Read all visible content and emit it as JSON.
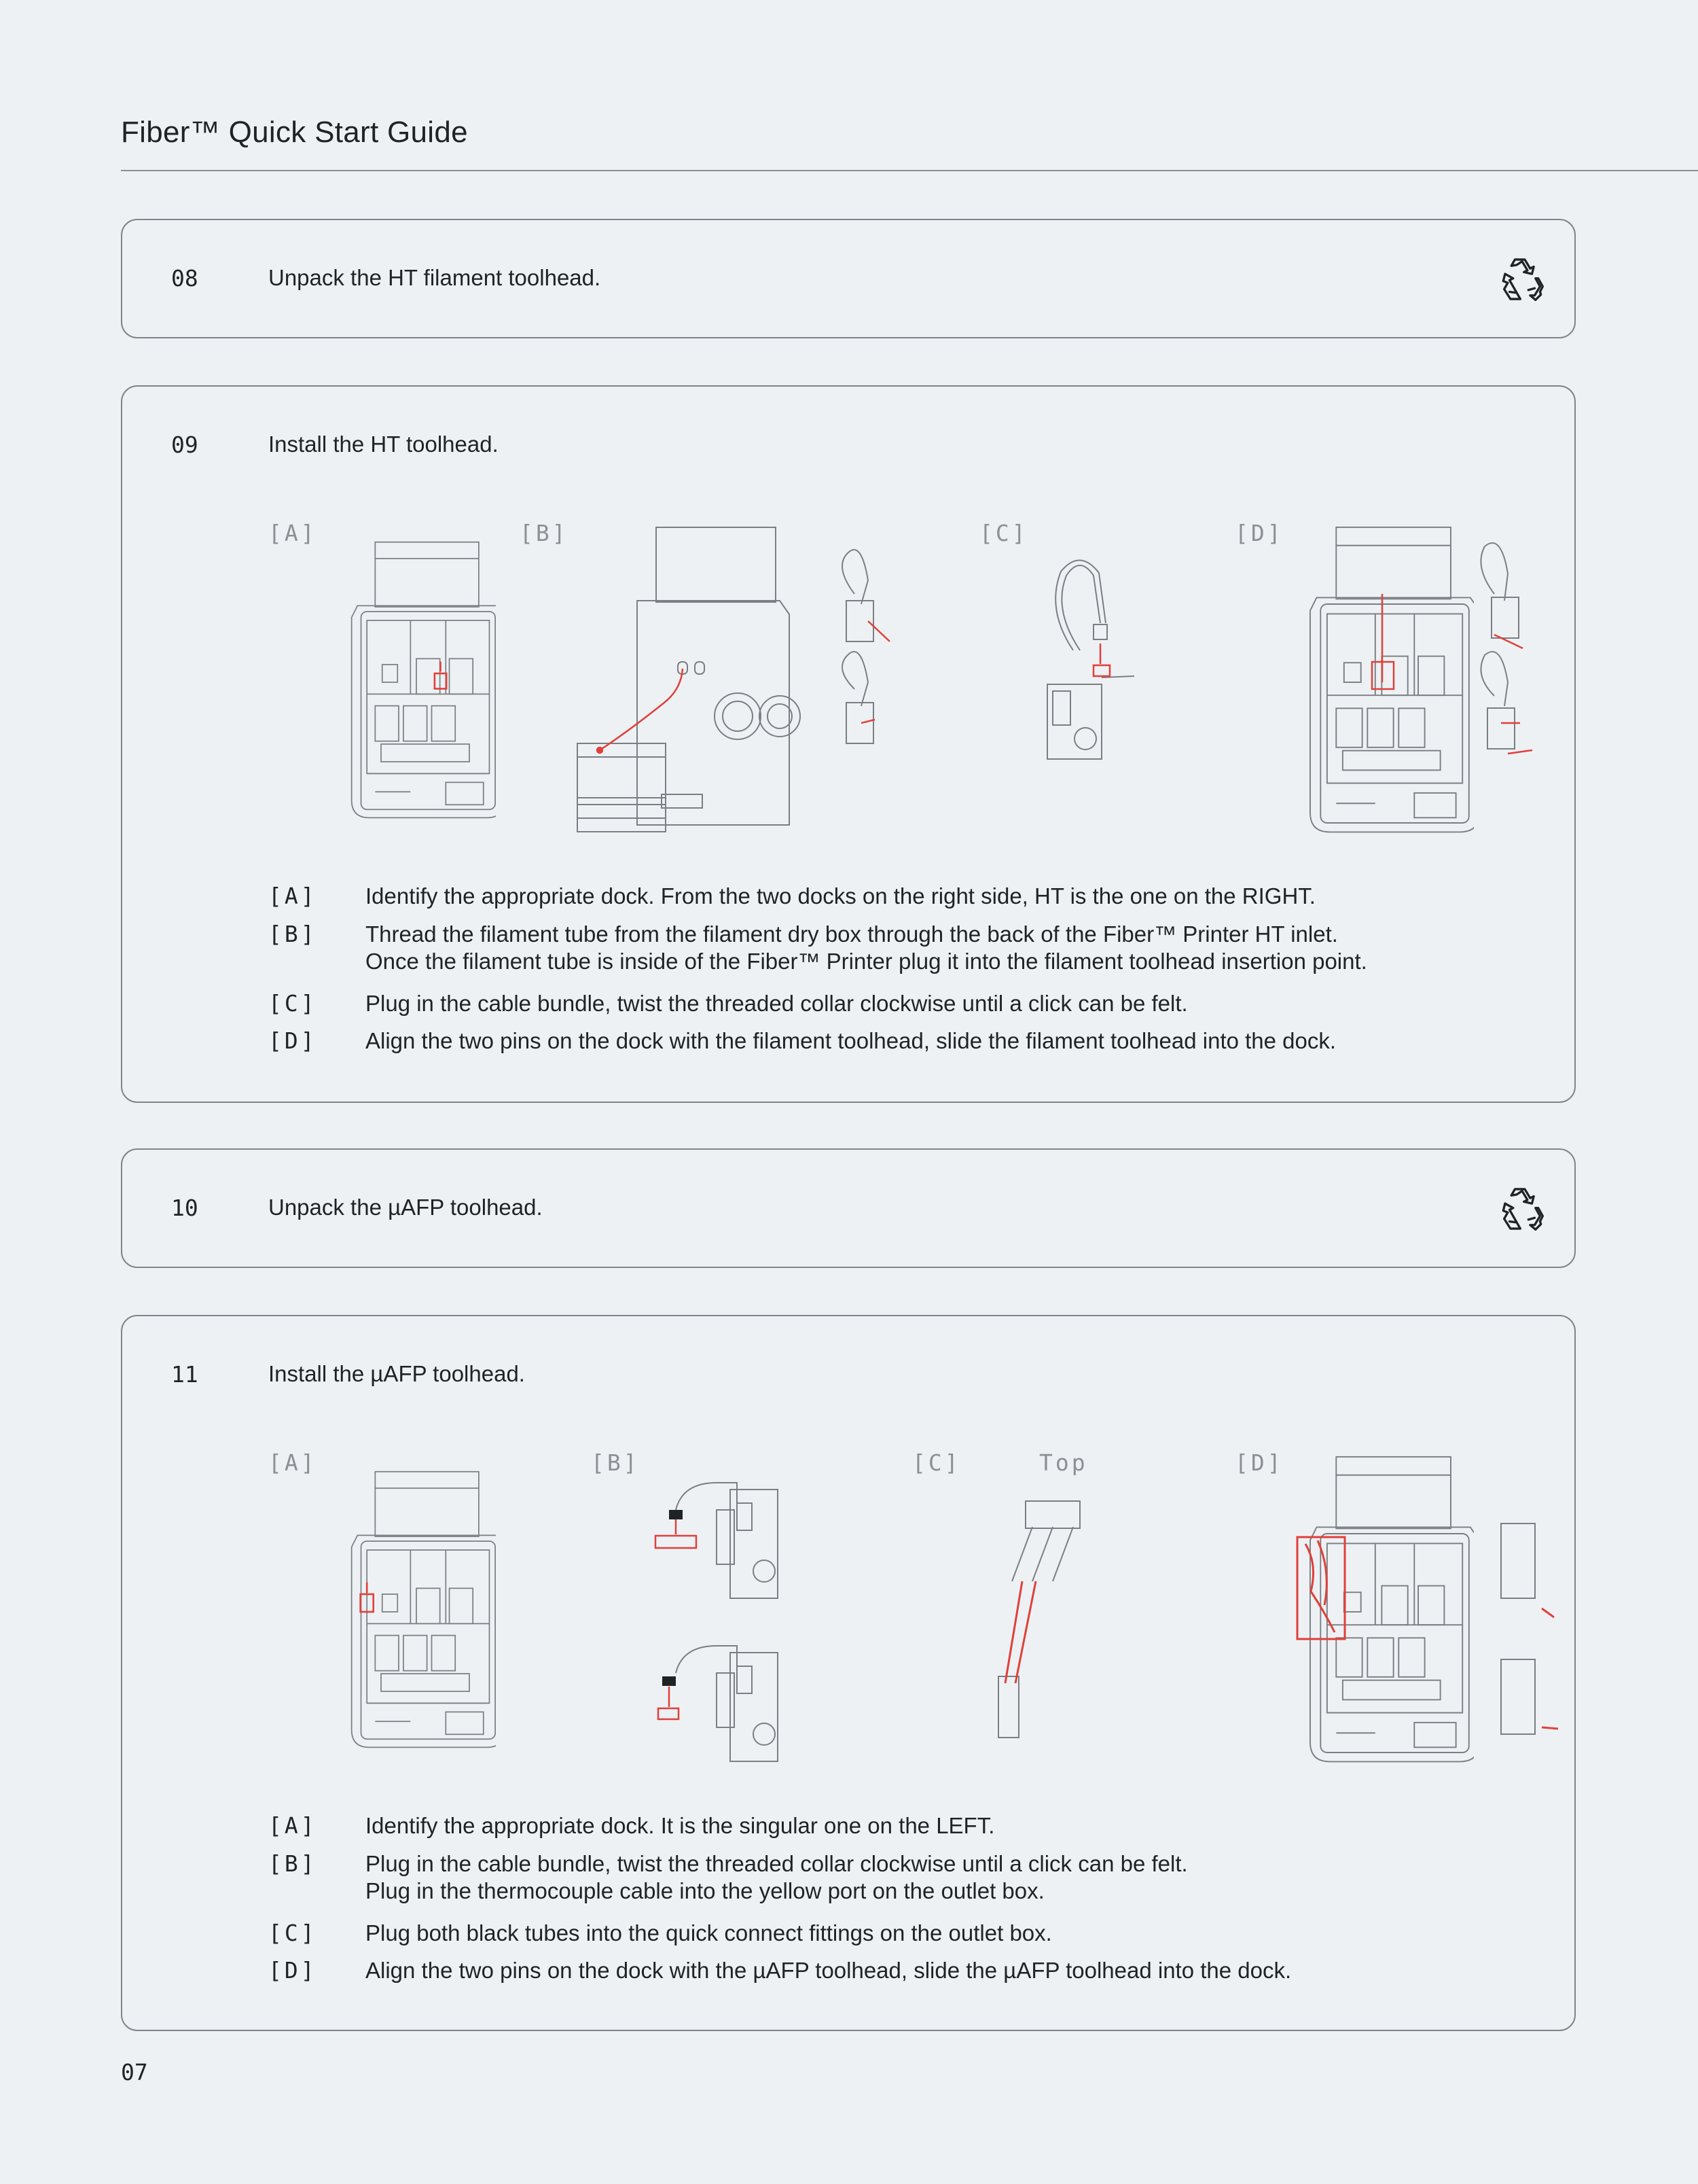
{
  "header": {
    "title": "Fiber™ Quick Start Guide"
  },
  "steps": {
    "s08": {
      "num": "08",
      "text": "Unpack the HT filament toolhead.",
      "icon": "recycle-icon"
    },
    "s09": {
      "num": "09",
      "text": "Install the HT toolhead.",
      "figures": [
        "[A]",
        "[B]",
        "[C]",
        "[D]"
      ],
      "instructions": [
        {
          "key": "[A]",
          "lines": [
            "Identify the appropriate dock. From the two docks on the right side, HT is the one on the RIGHT."
          ]
        },
        {
          "key": "[B]",
          "lines": [
            "Thread the filament tube from the filament dry box through the back of the Fiber™ Printer HT inlet.",
            "Once the filament tube is inside of the Fiber™ Printer plug it into the filament toolhead insertion point."
          ]
        },
        {
          "key": "[C]",
          "lines": [
            "Plug in the cable bundle, twist the threaded collar clockwise until a click can be felt."
          ]
        },
        {
          "key": "[D]",
          "lines": [
            "Align the two pins on the dock with the filament toolhead, slide the filament toolhead into the dock."
          ]
        }
      ]
    },
    "s10": {
      "num": "10",
      "text": "Unpack the µAFP toolhead.",
      "icon": "recycle-icon"
    },
    "s11": {
      "num": "11",
      "text": "Install the µAFP toolhead.",
      "figures": [
        "[A]",
        "[B]",
        "[C]",
        "[D]"
      ],
      "top_label": "Top",
      "instructions": [
        {
          "key": "[A]",
          "lines": [
            "Identify the appropriate dock. It is the singular one on the LEFT."
          ]
        },
        {
          "key": "[B]",
          "lines": [
            "Plug in the cable bundle, twist the threaded collar clockwise until a click can be felt.",
            "Plug in the thermocouple cable into the yellow port on the outlet box."
          ]
        },
        {
          "key": "[C]",
          "lines": [
            "Plug both black tubes into the quick connect fittings on the outlet box."
          ]
        },
        {
          "key": "[D]",
          "lines": [
            "Align the two pins on the dock with the µAFP toolhead, slide the µAFP toolhead into the dock."
          ]
        }
      ]
    }
  },
  "page_number": "07",
  "colors": {
    "background": "#eef1f4",
    "line": "#7f858a",
    "accent": "#e0403a",
    "text": "#1e2326",
    "muted": "#8b9094"
  }
}
